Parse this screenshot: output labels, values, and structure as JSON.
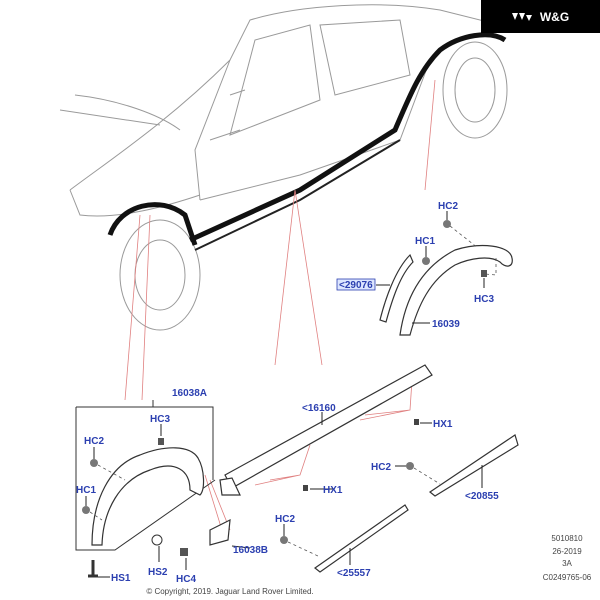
{
  "logo": {
    "text": "W&G",
    "icon": "triangles-logo-icon"
  },
  "labels": {
    "rear_hc2": "HC2",
    "rear_hc1": "HC1",
    "rear_29076": "<29076",
    "rear_hc3": "HC3",
    "rear_16039": "16039",
    "front_16038a": "16038A",
    "front_hc3": "HC3",
    "front_hc2": "HC2",
    "front_hc1": "HC1",
    "front_hs1": "HS1",
    "front_hs2": "HS2",
    "front_hc4": "HC4",
    "front_16038b": "16038B",
    "sill_16160": "<16160",
    "sill_hx1_upper": "HX1",
    "sill_hx1_lower": "HX1",
    "trim_hc2_right": "HC2",
    "trim_20855": "<20855",
    "trim_hc2_left": "HC2",
    "trim_25557": "<25557"
  },
  "meta": {
    "ref": "5010810",
    "date": "26-2019",
    "rev": "3A",
    "code": "C0249765-06",
    "copyright": "© Copyright, 2019. Jaguar Land Rover Limited."
  },
  "colors": {
    "label": "#2b3fb0",
    "leader_red": "#e08080"
  }
}
